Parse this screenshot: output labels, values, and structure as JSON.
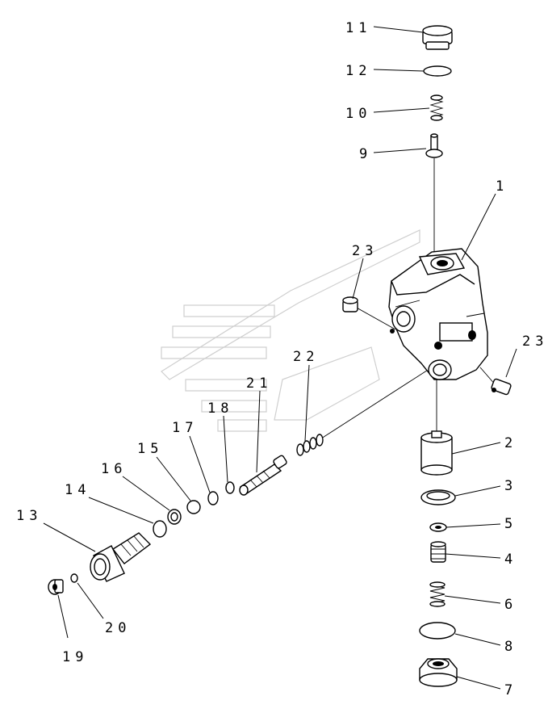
{
  "labels": {
    "p1": "1",
    "p2": "2",
    "p3": "3",
    "p4": "4",
    "p5": "5",
    "p6": "6",
    "p7": "7",
    "p8": "8",
    "p9": "9",
    "p10": "10",
    "p11": "11",
    "p12": "12",
    "p13": "13",
    "p14": "14",
    "p15": "15",
    "p16": "16",
    "p17": "17",
    "p18": "18",
    "p19": "19",
    "p20": "20",
    "p21": "21",
    "p22": "22",
    "p23a": "23",
    "p23b": "23"
  }
}
